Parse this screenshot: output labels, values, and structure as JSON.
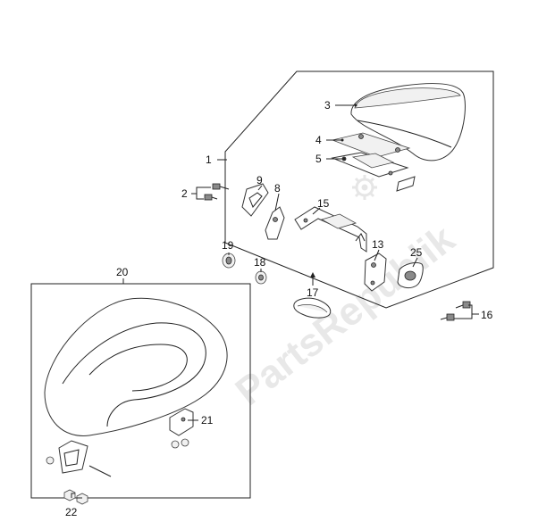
{
  "watermark": "PartsRepublik",
  "callouts": [
    {
      "id": "1",
      "label": "1"
    },
    {
      "id": "2",
      "label": "2"
    },
    {
      "id": "3",
      "label": "3"
    },
    {
      "id": "4",
      "label": "4"
    },
    {
      "id": "5",
      "label": "5"
    },
    {
      "id": "8",
      "label": "8"
    },
    {
      "id": "9",
      "label": "9"
    },
    {
      "id": "13",
      "label": "13"
    },
    {
      "id": "15",
      "label": "15"
    },
    {
      "id": "16",
      "label": "16"
    },
    {
      "id": "17",
      "label": "17"
    },
    {
      "id": "18",
      "label": "18"
    },
    {
      "id": "19",
      "label": "19"
    },
    {
      "id": "20",
      "label": "20"
    },
    {
      "id": "21",
      "label": "21"
    },
    {
      "id": "22",
      "label": "22"
    },
    {
      "id": "25",
      "label": "25"
    }
  ]
}
